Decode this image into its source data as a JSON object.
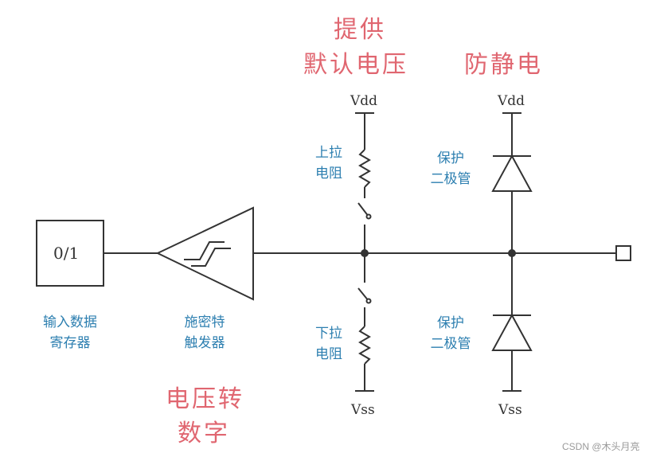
{
  "headings": {
    "provide_line1": "提供",
    "provide_line2": "默认电压",
    "esd": "防静电",
    "adc_line1": "电压转",
    "adc_line2": "数字"
  },
  "labels": {
    "register_value": "0/1",
    "register_line1": "输入数据",
    "register_line2": "寄存器",
    "schmitt_line1": "施密特",
    "schmitt_line2": "触发器",
    "pullup_line1": "上拉",
    "pullup_line2": "电阻",
    "pulldown_line1": "下拉",
    "pulldown_line2": "电阻",
    "diode_top_line1": "保护",
    "diode_top_line2": "二极管",
    "diode_bottom_line1": "保护",
    "diode_bottom_line2": "二极管",
    "vdd_left": "Vdd",
    "vdd_right": "Vdd",
    "vss_left": "Vss",
    "vss_right": "Vss"
  },
  "watermark": "CSDN @木头月亮",
  "colors": {
    "heading": "#e06670",
    "component_label": "#2d7fb0",
    "wire": "#333333"
  }
}
